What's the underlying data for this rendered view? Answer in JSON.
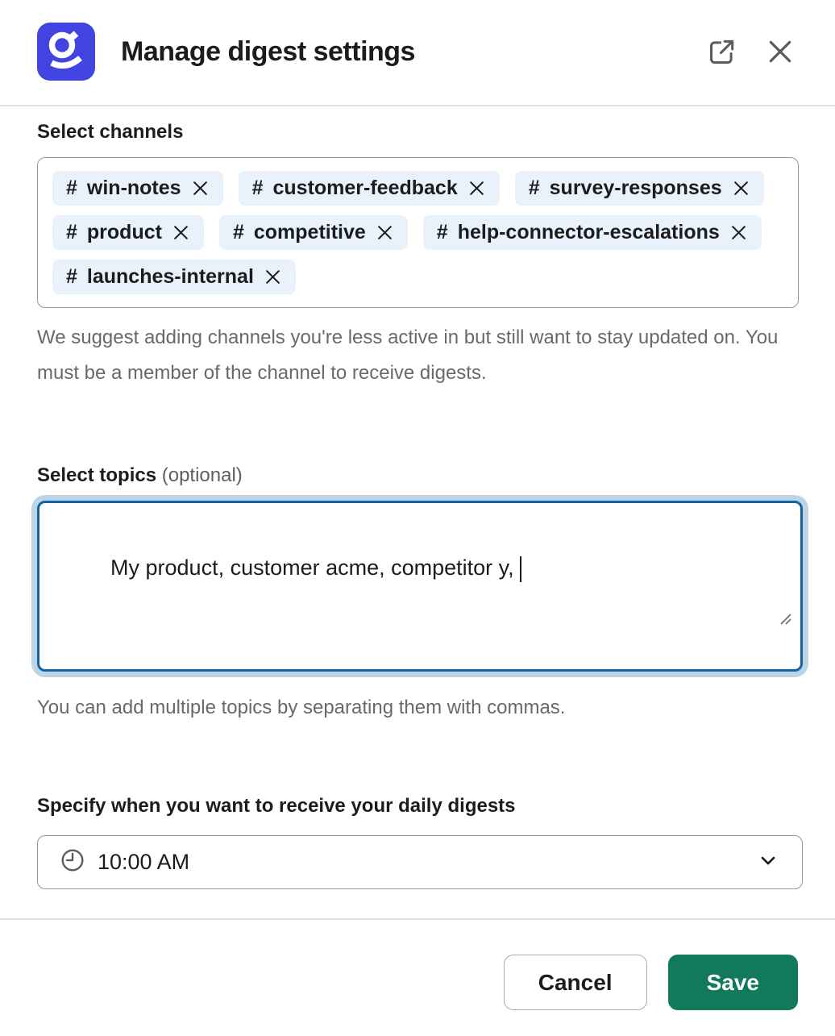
{
  "header": {
    "title": "Manage digest settings",
    "app_icon": "glean-logo",
    "open_external_icon": "open-in-new",
    "close_icon": "close-x"
  },
  "channels": {
    "label": "Select channels",
    "hash_prefix": "#",
    "remove_icon": "x-remove",
    "chips": [
      "win-notes",
      "customer-feedback",
      "survey-responses",
      "product",
      "competitive",
      "help-connector-escalations",
      "launches-internal"
    ],
    "helper": "We suggest adding channels you're less active in but still want to stay updated on. You must be a member of the channel to receive digests."
  },
  "topics": {
    "label": "Select topics",
    "optional_label": " (optional)",
    "value": "My product, customer acme, competitor y, ",
    "helper": "You can add multiple topics by separating them with commas."
  },
  "schedule": {
    "label": "Specify when you want to receive your daily digests",
    "time_value": "10:00 AM",
    "clock_icon": "clock",
    "chevron_icon": "chevron-down"
  },
  "footer": {
    "cancel_label": "Cancel",
    "save_label": "Save"
  },
  "colors": {
    "logo_blue": "#4144e0",
    "focus_blue": "#1264a3",
    "chip_bg": "#e9f1fb",
    "save_green": "#107a5a",
    "text": "#1d1c1d",
    "muted": "#696969"
  }
}
